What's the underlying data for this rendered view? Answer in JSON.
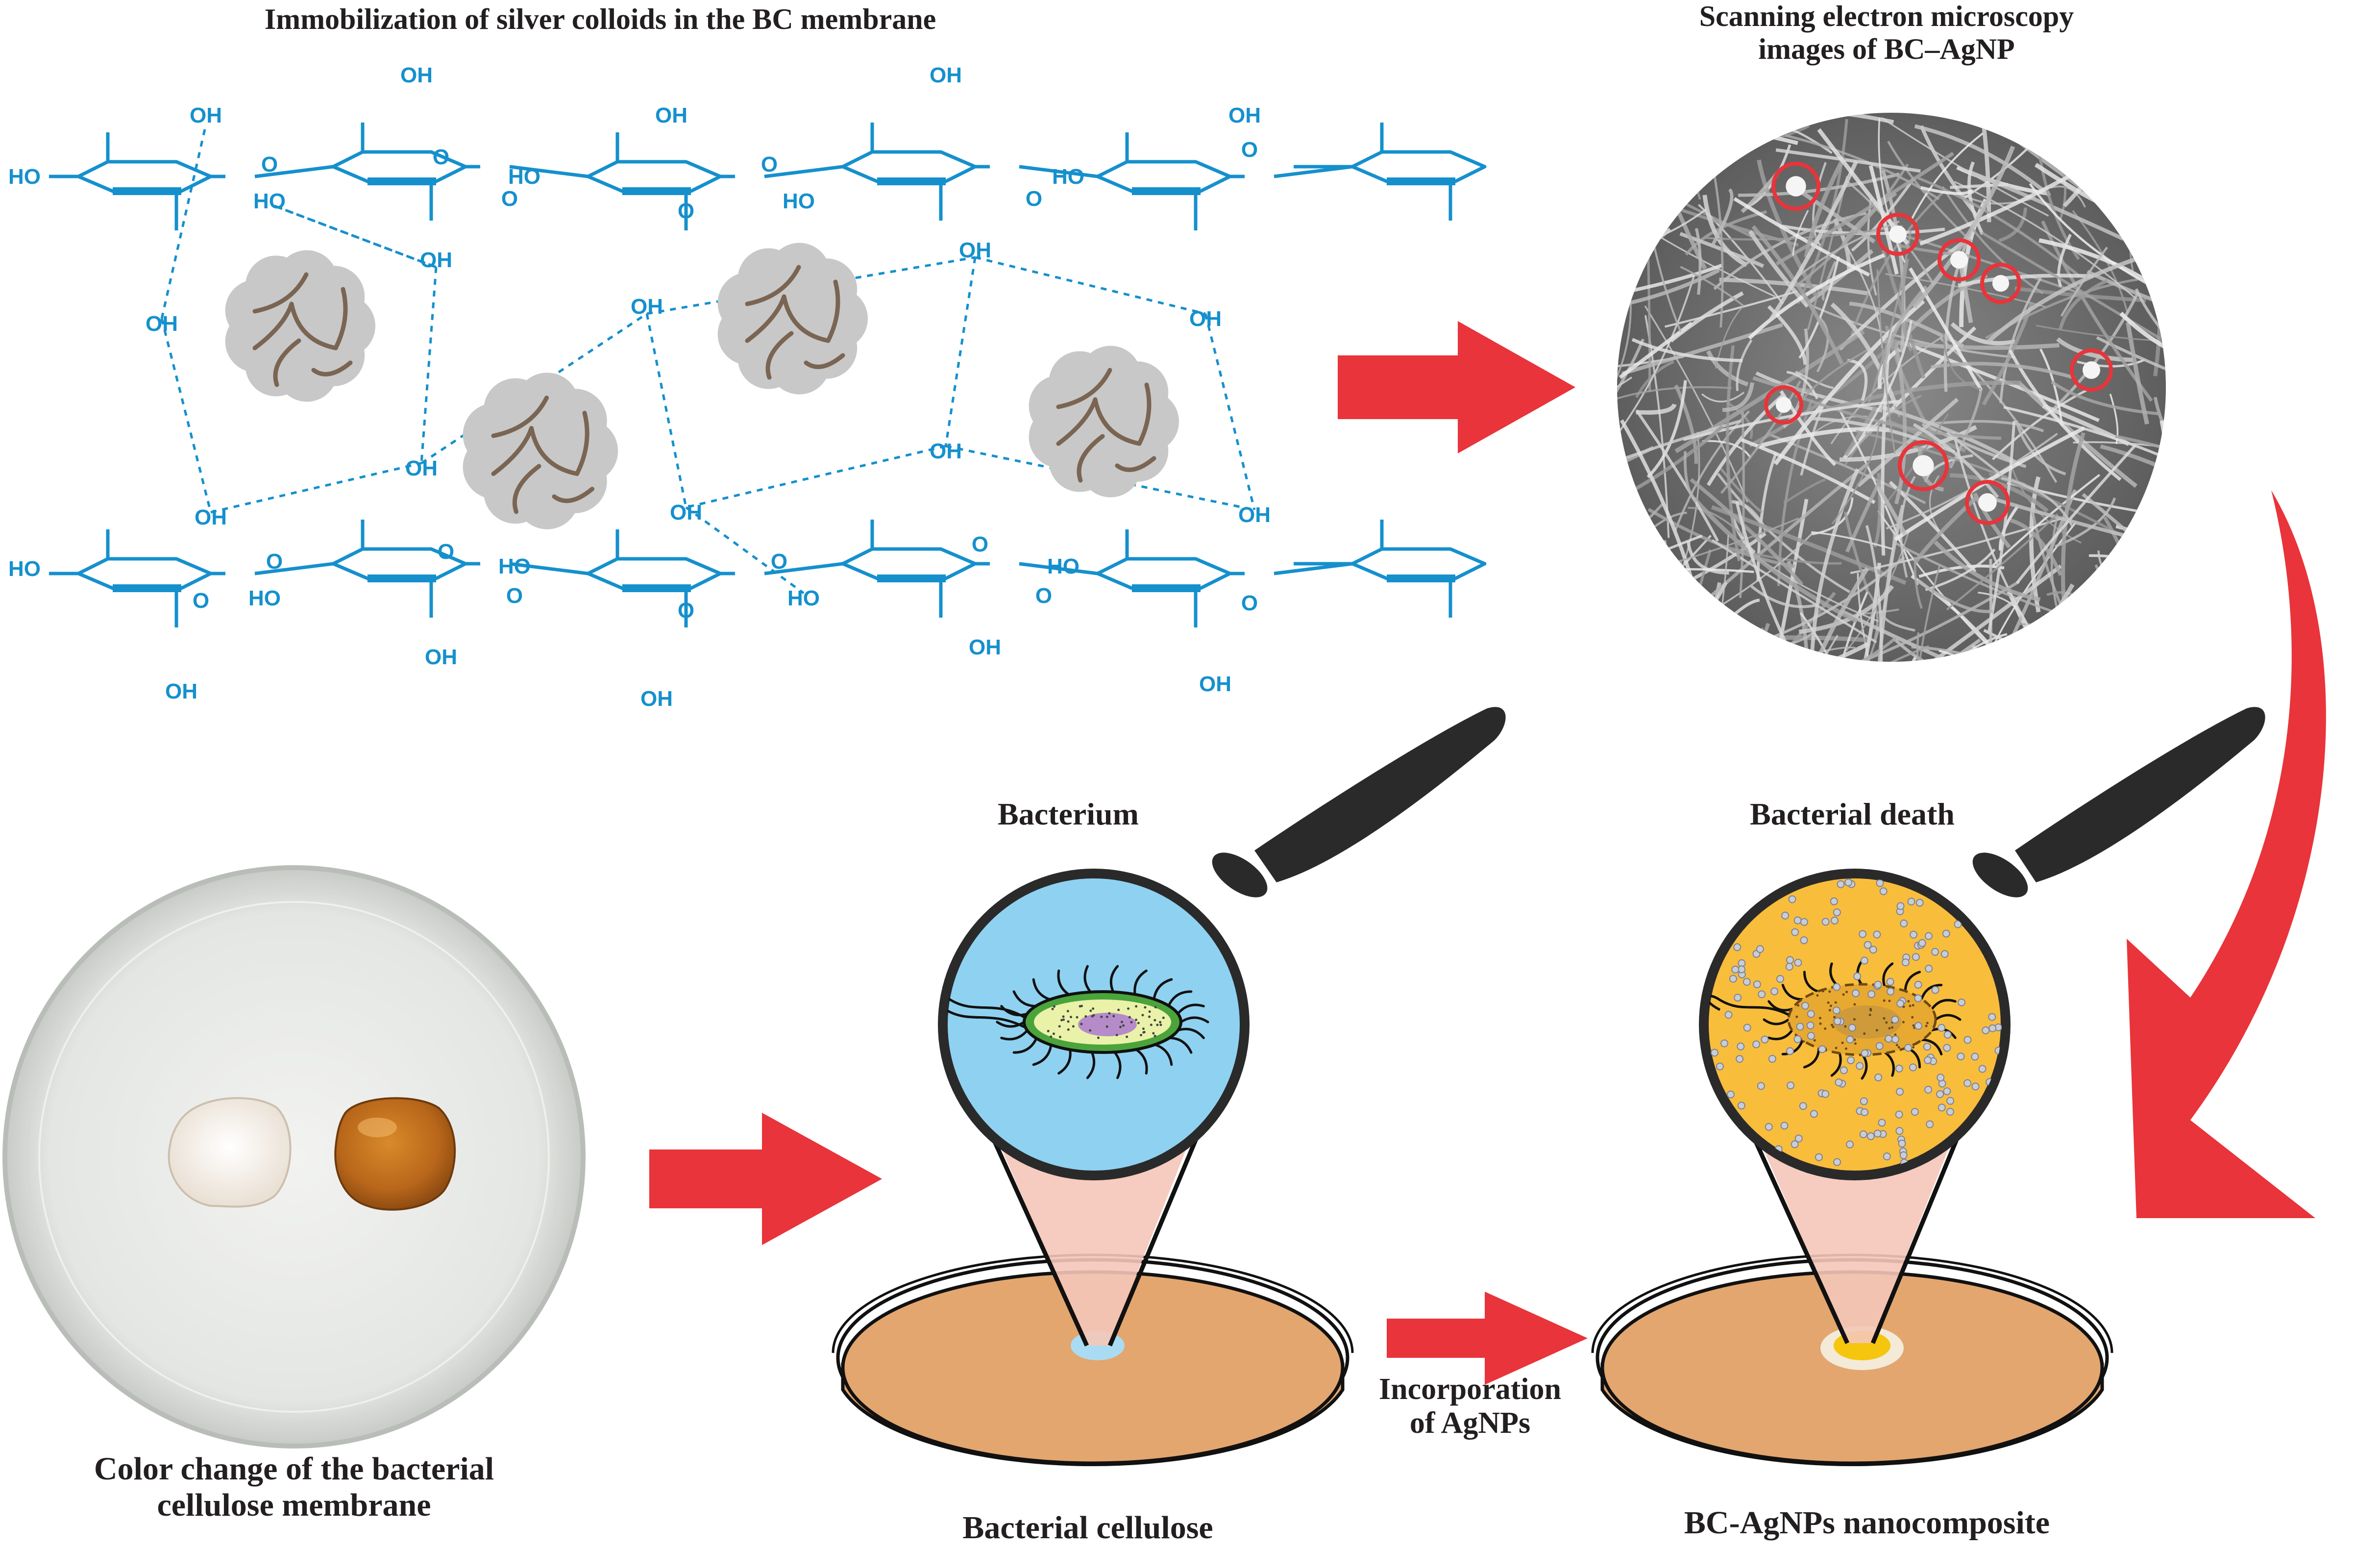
{
  "captions": {
    "immobilization_title": "Immobilization of silver colloids in the BC membrane",
    "sem_title_line1": "Scanning electron microscopy",
    "sem_title_line2": "images of BC–AgNP",
    "bacterium": "Bacterium",
    "bacterial_death": "Bacterial death",
    "color_change_line1": "Color change of the bacterial",
    "color_change_line2": "cellulose membrane",
    "bacterial_cellulose": "Bacterial cellulose",
    "incorporation_line1": "Incorporation",
    "incorporation_line2": "of AgNPs",
    "nanocomposite": "BC-AgNPs nanocomposite"
  },
  "chemistry": {
    "hydroxyl": "OH",
    "hydroxyl_left": "HO",
    "oxygen": "O"
  },
  "colors": {
    "cellulose_blue": "#1590cd",
    "arrow_red": "#e8343a",
    "colloid_gray": "#c8c8c8",
    "colloid_crack": "#7a6553",
    "agar_tan": "#e3a66f",
    "bacterium_bg": "#8fd1f0",
    "death_bg": "#f9bd3c",
    "magnifier_dark": "#2a2a2a",
    "text_dark": "#231f20"
  }
}
